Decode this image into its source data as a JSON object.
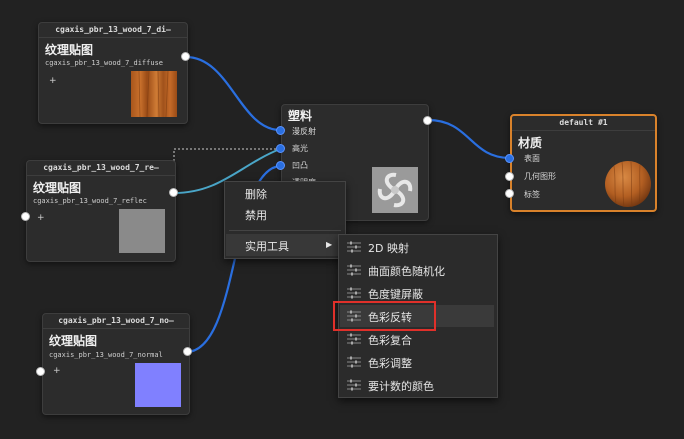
{
  "nodes": {
    "diffuse": {
      "header": "cgaxis_pbr_13_wood_7_di—",
      "title": "纹理贴图",
      "filename": "cgaxis_pbr_13_wood_7_diffuse",
      "plus": "+"
    },
    "reflect": {
      "header": "cgaxis_pbr_13_wood_7_re—",
      "title": "纹理贴图",
      "filename": "cgaxis_pbr_13_wood_7_reflec",
      "plus": "+"
    },
    "normal": {
      "header": "cgaxis_pbr_13_wood_7_no—",
      "title": "纹理贴图",
      "filename": "cgaxis_pbr_13_wood_7_normal",
      "plus": "+"
    },
    "plastic": {
      "title": "塑料",
      "ports": [
        "漫反射",
        "高光",
        "凹凸",
        "透明度"
      ]
    },
    "material": {
      "header": "default #1",
      "title": "材质",
      "ports": [
        "表面",
        "几何图形",
        "标签"
      ]
    }
  },
  "context_menu": {
    "items": [
      "删除",
      "禁用"
    ],
    "submenu_item": "实用工具",
    "submenu_arrow": "▶"
  },
  "submenu": {
    "items": [
      "2D 映射",
      "曲面颜色随机化",
      "色度键屏蔽",
      "色彩反转",
      "色彩复合",
      "色彩调整",
      "要计数的颜色"
    ],
    "highlighted_index": 3
  },
  "colors": {
    "background": "#222222",
    "wire": "#2a6fe0",
    "wire_light": "#4aa6c8",
    "material_border": "#d9822b",
    "highlight_box": "#e0302a",
    "normal_thumb": "#8080ff",
    "reflect_thumb": "#8a8a8a"
  },
  "icons": [
    "sliders-icon"
  ]
}
